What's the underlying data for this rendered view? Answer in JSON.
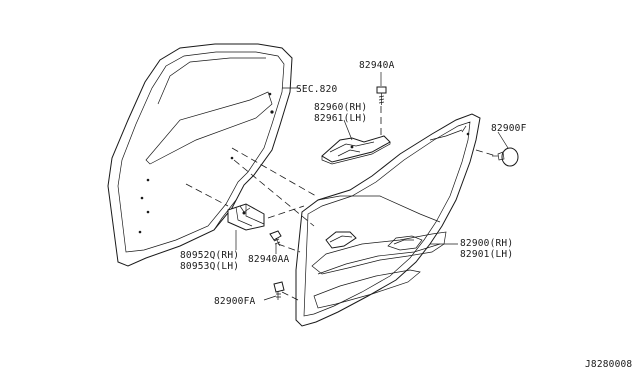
{
  "diagram": {
    "callouts": {
      "sec_820": "SEC.820",
      "p82940A": "82940A",
      "p82960": "82960(RH)",
      "p82961": "82961(LH)",
      "p82900F": "82900F",
      "p82900": "82900(RH)",
      "p82901": "82901(LH)",
      "p80952Q": "80952Q(RH)",
      "p80953Q": "80953Q(LH)",
      "p82940AA": "82940AA",
      "p82900FA": "82900FA"
    },
    "footer_code": "J8280008"
  }
}
